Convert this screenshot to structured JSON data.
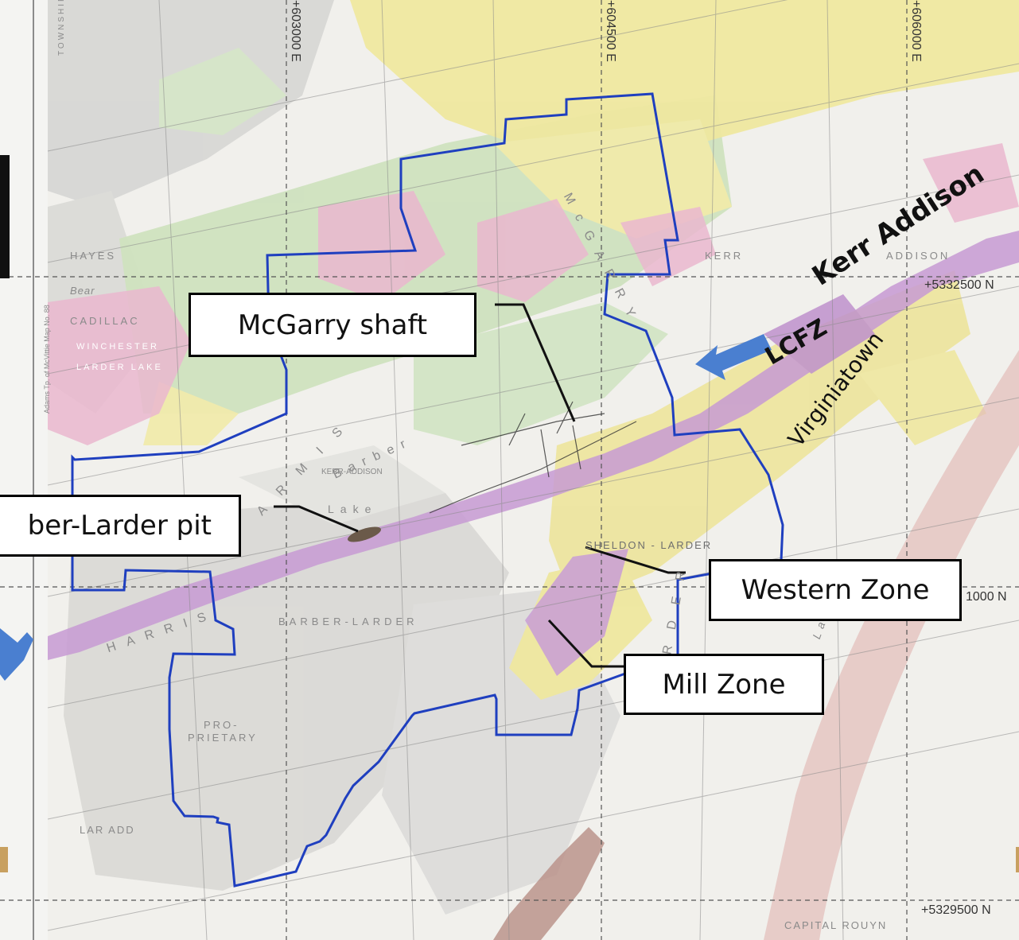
{
  "coordinates": {
    "easting": [
      "+603000 E",
      "+604500 E",
      "+606000 E"
    ],
    "northing": [
      "+5332500 N",
      "1000 N",
      "+5329500 N"
    ]
  },
  "callouts": {
    "mcgarry": "McGarry shaft",
    "barber_larder": "ber-Larder pit",
    "western": "Western Zone",
    "mill": "Mill Zone"
  },
  "features": {
    "kerr_addison": "Kerr Addison",
    "lcfz": "LCFZ",
    "virginiatown": "Virginiatown"
  },
  "basemap_labels": {
    "hayes": "HAYES",
    "bear": "Bear",
    "cadillac": "CADILLAC",
    "winchester": "WINCHESTER",
    "larder_lake": "LARDER LAKE",
    "kerr": "KERR",
    "addison": "ADDISON",
    "township": "TOWNSHIP",
    "adams": "Adams Tp. of McVittie Map No. 88",
    "barber": "Barber",
    "kerr_addison_small": "KERR-ADDISON",
    "lake": "Lake",
    "armis": "ARMIS",
    "pro": "PRO-",
    "prietary": "PRIETARY",
    "barber_larder_twp": "BARBER-LARDER",
    "harris": "HARRIS",
    "mcgarry_twp": "McGARRY",
    "lar_add": "LAR ADD",
    "capital_rouyn": "CAPITAL ROUYN",
    "sheldon_larder": "SHELDON - LARDER",
    "larder": "LARDER",
    "lake_lower": "Lake"
  },
  "colors": {
    "boundary": "#1f3fbf",
    "arrow": "#4a7fd0",
    "yellow": "#efe8a0",
    "green": "#cfe2bf",
    "pink": "#eab7cf",
    "purple": "#c79ad4",
    "gray": "#cfcfcf"
  }
}
